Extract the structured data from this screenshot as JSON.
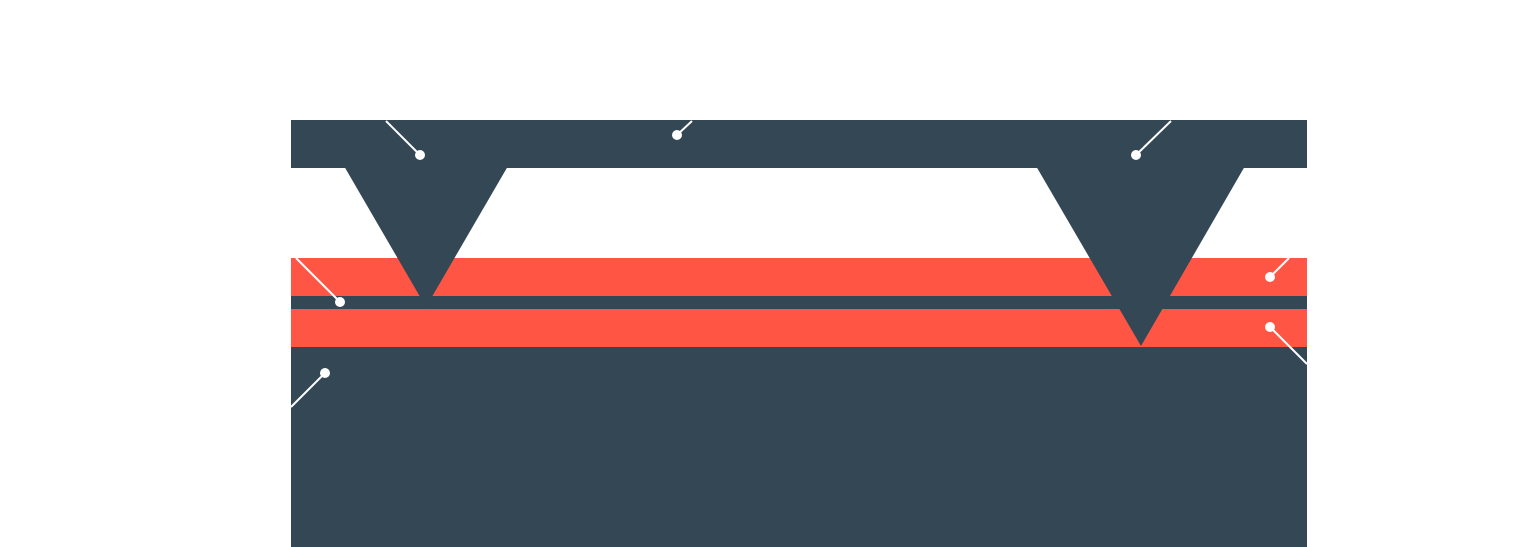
{
  "illustration": {
    "colors": {
      "background": "#ffffff",
      "dark": "#334755",
      "accent": "#ff5544",
      "callout": "#ffffff"
    },
    "components": [
      "top-bar",
      "triangle-left",
      "triangle-right",
      "red-band-upper",
      "dark-band-middle",
      "red-band-lower",
      "dark-base-block"
    ],
    "callout_count": 7
  }
}
